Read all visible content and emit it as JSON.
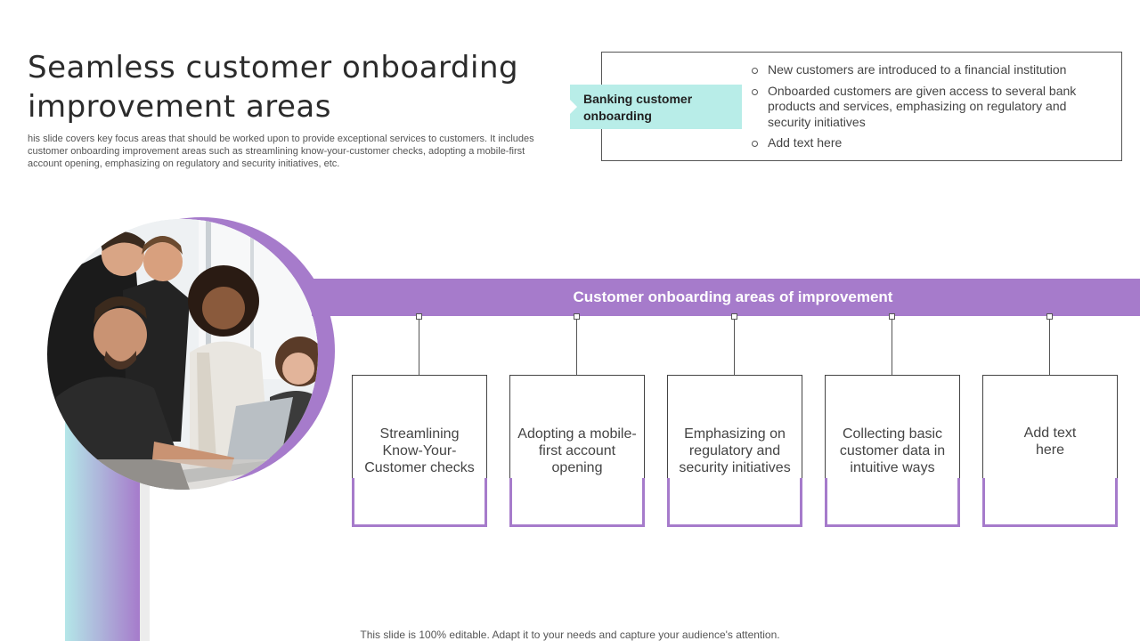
{
  "title": "Seamless customer onboarding improvement areas",
  "description": "his slide covers key focus areas that should be worked upon to provide exceptional services to customers. It includes customer onboarding improvement areas such as streamlining know-your-customer checks, adopting a mobile-first account opening, emphasizing on regulatory and security initiatives, etc.",
  "info": {
    "tag": "Banking customer onboarding",
    "bullets": [
      "New customers are introduced to a financial institution",
      "Onboarded customers are given access to several bank products and services, emphasizing on regulatory and security initiatives",
      "Add text here"
    ]
  },
  "banner": "Customer onboarding areas of improvement",
  "cards": [
    "Streamlining Know-Your-Customer checks",
    "Adopting a mobile-first account opening",
    "Emphasizing on regulatory and security initiatives",
    "Collecting basic customer data in intuitive ways",
    "Add text here"
  ],
  "footer": "This slide is 100% editable. Adapt it to your needs and capture your audience's attention.",
  "colors": {
    "accent_purple": "#a67bcb",
    "accent_teal": "#b8ede8"
  }
}
